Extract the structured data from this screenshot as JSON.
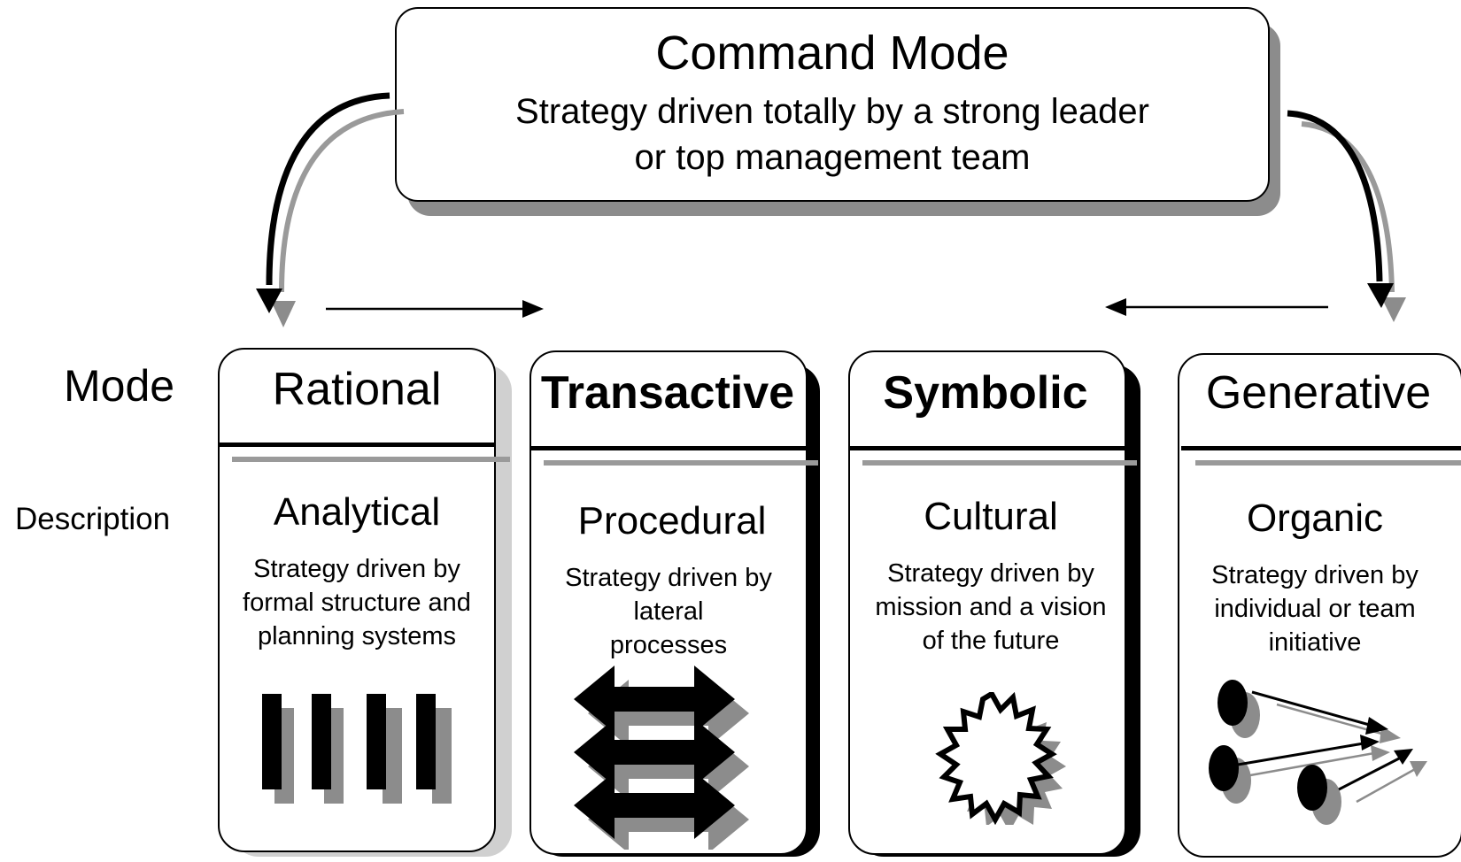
{
  "command": {
    "title": "Command Mode",
    "desc": "Strategy driven totally by a strong leader\nor top management team"
  },
  "row_labels": {
    "mode": "Mode",
    "description": "Description"
  },
  "modes": [
    {
      "title": "Rational",
      "subtitle": "Analytical",
      "desc": "Strategy driven by\nformal structure and\nplanning systems",
      "icon": "vertical-bars-icon"
    },
    {
      "title": "Transactive",
      "subtitle": "Procedural",
      "desc": "Strategy driven by\nlateral\nprocesses",
      "icon": "double-arrows-icon"
    },
    {
      "title": "Symbolic",
      "subtitle": "Cultural",
      "desc": "Strategy driven by\nmission and a vision\nof the future",
      "icon": "starburst-icon"
    },
    {
      "title": "Generative",
      "subtitle": "Organic",
      "desc": "Strategy driven by\nindividual  or team\ninitiative",
      "icon": "scattered-arrows-icon"
    }
  ],
  "colors": {
    "ink": "#000000",
    "grey": "#8c8c8c",
    "light_shadow": "#d0d0d0"
  }
}
